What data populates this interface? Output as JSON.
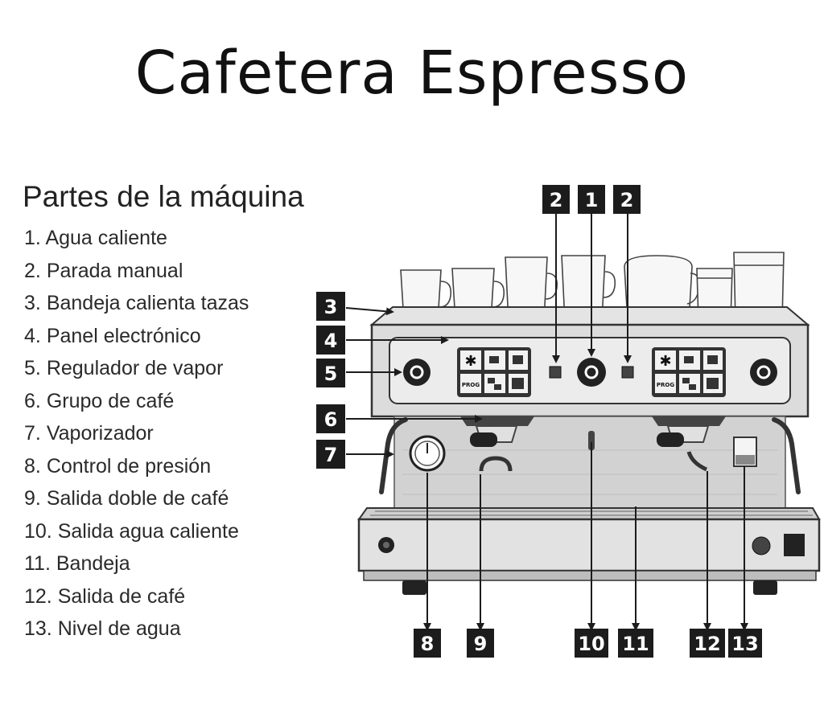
{
  "title": "Cafetera Espresso",
  "subtitle": "Partes de la máquina",
  "parts": [
    {
      "num": "1.",
      "label": "Agua caliente"
    },
    {
      "num": "2.",
      "label": "Parada manual"
    },
    {
      "num": "3.",
      "label": "Bandeja calienta tazas"
    },
    {
      "num": "4.",
      "label": "Panel electrónico"
    },
    {
      "num": "5.",
      "label": "Regulador de vapor"
    },
    {
      "num": "6.",
      "label": "Grupo de café"
    },
    {
      "num": "7.",
      "label": "Vaporizador"
    },
    {
      "num": "8.",
      "label": "Control de presión"
    },
    {
      "num": "9.",
      "label": "Salida doble de café"
    },
    {
      "num": "10.",
      "label": "Salida agua caliente"
    },
    {
      "num": "11.",
      "label": "Bandeja"
    },
    {
      "num": "12.",
      "label": "Salida de café"
    },
    {
      "num": "13.",
      "label": "Nivel de agua"
    }
  ],
  "callouts": {
    "top_left": "2",
    "top_center": "1",
    "top_right": "2",
    "side_3": "3",
    "side_4": "4",
    "side_5": "5",
    "side_6": "6",
    "side_7": "7",
    "bottom_8": "8",
    "bottom_9": "9",
    "bottom_10": "10",
    "bottom_11": "11",
    "bottom_12": "12",
    "bottom_13": "13"
  },
  "panel_labels": {
    "prog_left": "PROG",
    "prog_right": "PROG"
  },
  "colors": {
    "tag_background": "#1c1c1c",
    "machine_body": "#d9d9d9",
    "panel": "#e8e8e8",
    "outline": "#333333"
  }
}
